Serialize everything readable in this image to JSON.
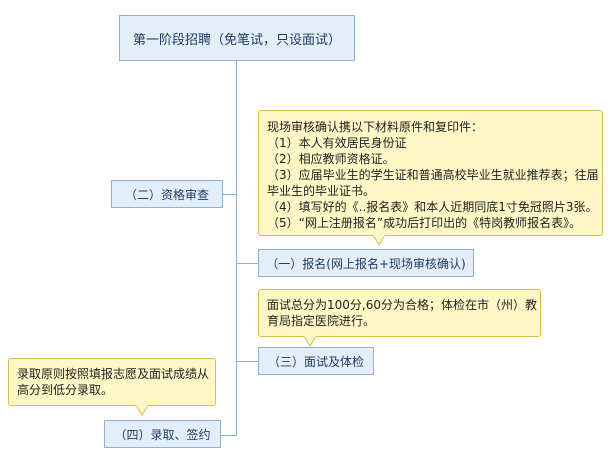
{
  "root": {
    "label": "第一阶段招聘（免笔试，只设面试）"
  },
  "branches": [
    {
      "id": "registration",
      "label": "（一）报名(网上报名+现场审核确认)"
    },
    {
      "id": "qualification",
      "label": "（二）资格审查"
    },
    {
      "id": "interview",
      "label": "（三）面试及体检"
    },
    {
      "id": "hiring",
      "label": "（四）录取、签约"
    }
  ],
  "notes": {
    "registration": [
      "现场审核确认携以下材料原件和复印件：",
      "（1）本人有效居民身份证",
      "（2）相应教师资格证。",
      "（3）应届毕业生的学生证和普通高校毕业生就业推荐表；往届",
      "毕业生的毕业证书。",
      "（4）填写好的《..报名表》和本人近期同底1寸免冠照片3张。",
      "（5）“网上注册报名”成功后打印出的《特岗教师报名表》。"
    ],
    "interview": [
      "面试总分为100分,60分为合格；体检在市（州）教",
      "育局指定医院进行。"
    ],
    "hiring": [
      "录取原则按照填报志愿及面试成绩从",
      "高分到低分录取。"
    ]
  },
  "colors": {
    "node_fill": "#e4eef9",
    "node_border": "#8fb1d8",
    "note_fill": "#fff8c6",
    "note_border": "#d9bd4a"
  }
}
